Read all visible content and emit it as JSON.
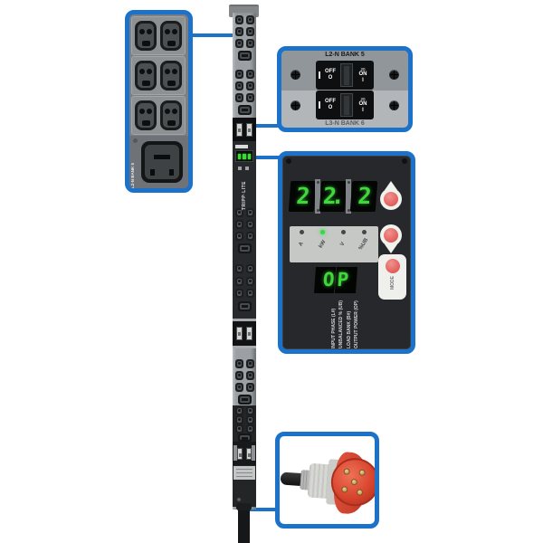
{
  "colors": {
    "callout_blue": "#1c72c9",
    "digit_green": "#3fd83b",
    "button_red": "#e2625e",
    "plug_red": "#d8452e"
  },
  "strip": {
    "brand_label": "TRIPP·LITE",
    "bank_count": 6,
    "bank": {
      "c13_rows": 3,
      "c13_per_row": 2,
      "c19": 1
    }
  },
  "callout_outlets": {
    "bank_label": "L2-N BANK 5",
    "modules": 3,
    "c13_per_module": 2
  },
  "callout_breakers": {
    "top_label": "L2-N BANK 5",
    "bottom_label": "L3-N BANK 6",
    "breakers": [
      {
        "rating": "20",
        "off_word": "OFF",
        "off_symbol": "O",
        "on_word": "ON",
        "on_symbol": "I"
      },
      {
        "rating": "20",
        "off_word": "OFF",
        "off_symbol": "O",
        "on_word": "ON",
        "on_symbol": "I"
      }
    ]
  },
  "callout_display": {
    "digit_windows": [
      "2",
      "2.",
      "2"
    ],
    "leds": [
      {
        "label": "A",
        "on": false
      },
      {
        "label": "kW",
        "on": true
      },
      {
        "label": "V",
        "on": false
      },
      {
        "label": "%UB",
        "on": false
      }
    ],
    "secondary_reading": "OP",
    "mode_label": "MODE",
    "legend_lines": [
      "INPUT PHASE (L#)",
      "UNBALANCED % (UB)",
      "LOAD BANK (B#)",
      "OUTPUT POWER (OP)"
    ]
  }
}
